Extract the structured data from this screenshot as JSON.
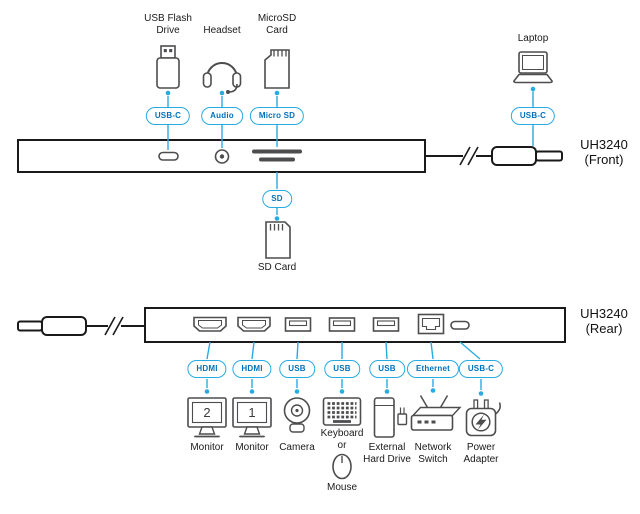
{
  "colors": {
    "accent": "#29abe2",
    "badge_text": "#0071bc",
    "device_outline": "#4d4d4f",
    "panel_outline": "#1a1a1a"
  },
  "front": {
    "model": "UH3240",
    "view": "(Front)",
    "flash": {
      "label1": "USB Flash",
      "label2": "Drive",
      "badge": "USB-C"
    },
    "headset": {
      "label": "Headset",
      "badge": "Audio"
    },
    "microsd": {
      "label1": "MicroSD",
      "label2": "Card",
      "badge": "Micro SD"
    },
    "laptop": {
      "label": "Laptop",
      "badge": "USB-C"
    },
    "sd": {
      "badge": "SD",
      "label": "SD Card"
    }
  },
  "rear": {
    "model": "UH3240",
    "view": "(Rear)",
    "hdmi2": {
      "badge": "HDMI",
      "label": "Monitor",
      "number": "2"
    },
    "hdmi1": {
      "badge": "HDMI",
      "label": "Monitor",
      "number": "1"
    },
    "camera": {
      "badge": "USB",
      "label": "Camera"
    },
    "keyboard": {
      "badge": "USB",
      "label1": "Keyboard",
      "label2": "or",
      "mouse_label": "Mouse"
    },
    "hdd": {
      "badge": "USB",
      "label1": "External",
      "label2": "Hard Drive"
    },
    "ethernet": {
      "badge": "Ethernet",
      "label1": "Network",
      "label2": "Switch"
    },
    "usbc": {
      "badge": "USB-C",
      "label1": "Power",
      "label2": "Adapter"
    }
  }
}
